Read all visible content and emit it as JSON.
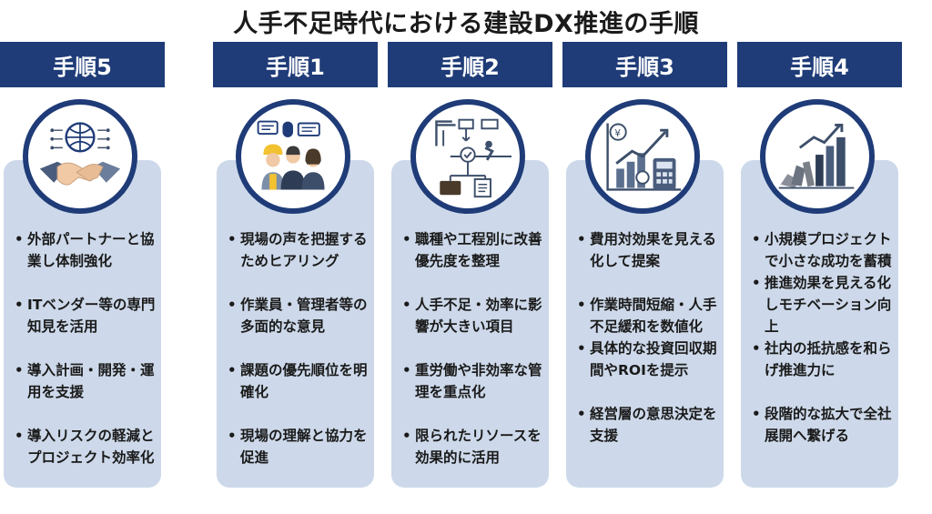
{
  "title": "人手不足時代における建設DX推進の手順",
  "steps": [
    {
      "label": "手順1",
      "icon": "workers-voices-icon",
      "items": [
        "現場の声を把握するためヒアリング",
        "作業員・管理者等の多面的な意見",
        "課題の優先順位を明確化",
        "現場の理解と協力を促進"
      ]
    },
    {
      "label": "手順2",
      "icon": "workflow-priority-icon",
      "items": [
        "職種や工程別に改善優先度を整理",
        "人手不足・効率に影響が大きい項目",
        "重労働や非効率な管理を重点化",
        "限られたリソースを効果的に活用"
      ]
    },
    {
      "label": "手順3",
      "icon": "cost-effect-icon",
      "items": [
        "費用対効果を見える化して提案",
        "作業時間短縮・人手不足緩和を数値化",
        "具体的な投資回収期間やROIを提示",
        "経営層の意思決定を支援"
      ]
    },
    {
      "label": "手順4",
      "icon": "domino-growth-icon",
      "items": [
        "小規模プロジェクトで小さな成功を蓄積",
        "推進効果を見える化しモチベーション向上",
        "社内の抵抗感を和らげ推進力に",
        "段階的な拡大で全社展開へ繋げる"
      ]
    },
    {
      "label": "手順5",
      "icon": "partner-handshake-icon",
      "items": [
        "外部パートナーと協業し体制強化",
        "ITベンダー等の専門知見を活用",
        "導入計画・開発・運用を支援",
        "導入リスクの軽減とプロジェクト効率化"
      ]
    }
  ]
}
